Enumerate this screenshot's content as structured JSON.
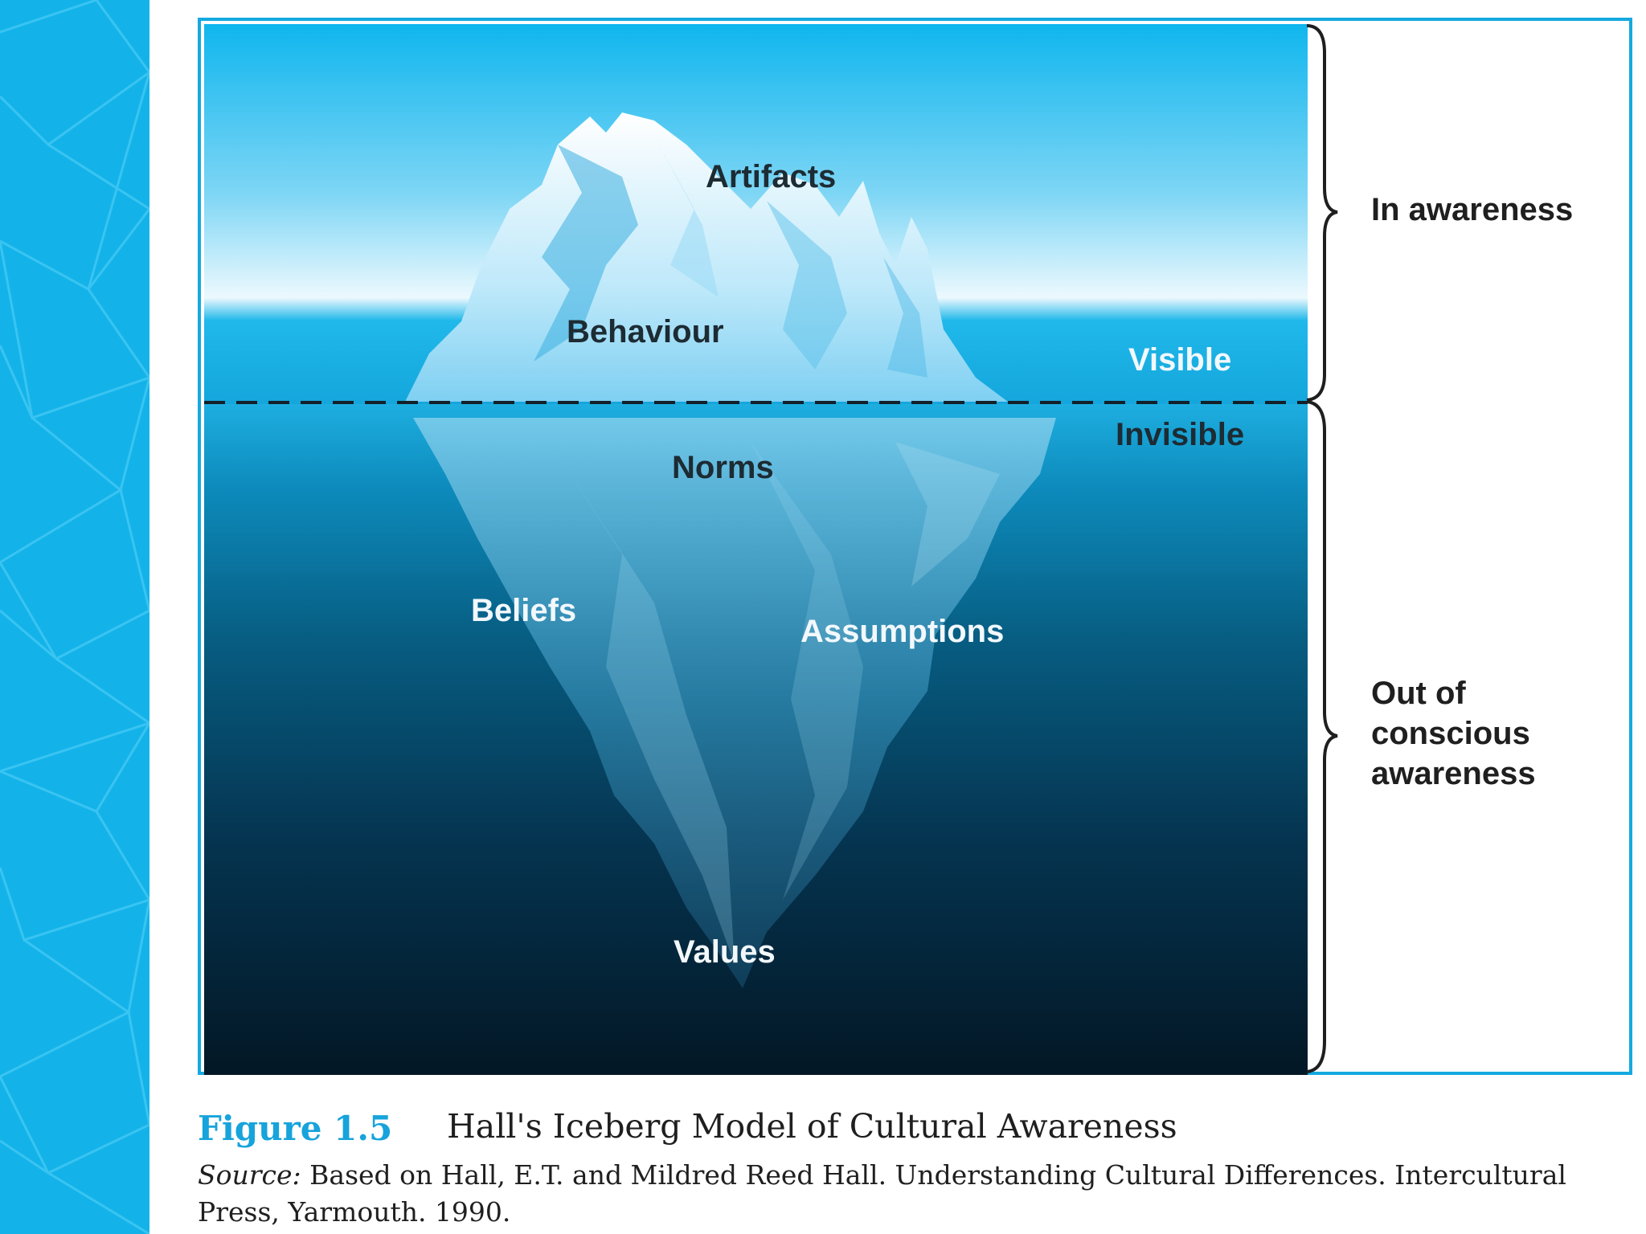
{
  "diagram": {
    "labels": {
      "artifacts": "Artifacts",
      "behaviour": "Behaviour",
      "visible": "Visible",
      "invisible": "Invisible",
      "norms": "Norms",
      "beliefs": "Beliefs",
      "assumptions": "Assumptions",
      "values": "Values"
    },
    "side": {
      "in_awareness": "In awareness",
      "out_line1": "Out of",
      "out_line2": "conscious",
      "out_line3": "awareness"
    }
  },
  "caption": {
    "figure_number": "Figure 1.5",
    "title": "Hall's Iceberg Model of Cultural Awareness",
    "source_label": "Source:",
    "source_text": "Based on Hall, E.T. and Mildred Reed Hall. Understanding Cultural Differences. Intercultural Press, Yarmouth. 1990."
  },
  "colors": {
    "sidebar": "#13b3ea",
    "frame_border": "#15a9e0",
    "figure_accent": "#17a3db",
    "sky_top": "#0fb6ee",
    "deep_water": "#031725"
  }
}
